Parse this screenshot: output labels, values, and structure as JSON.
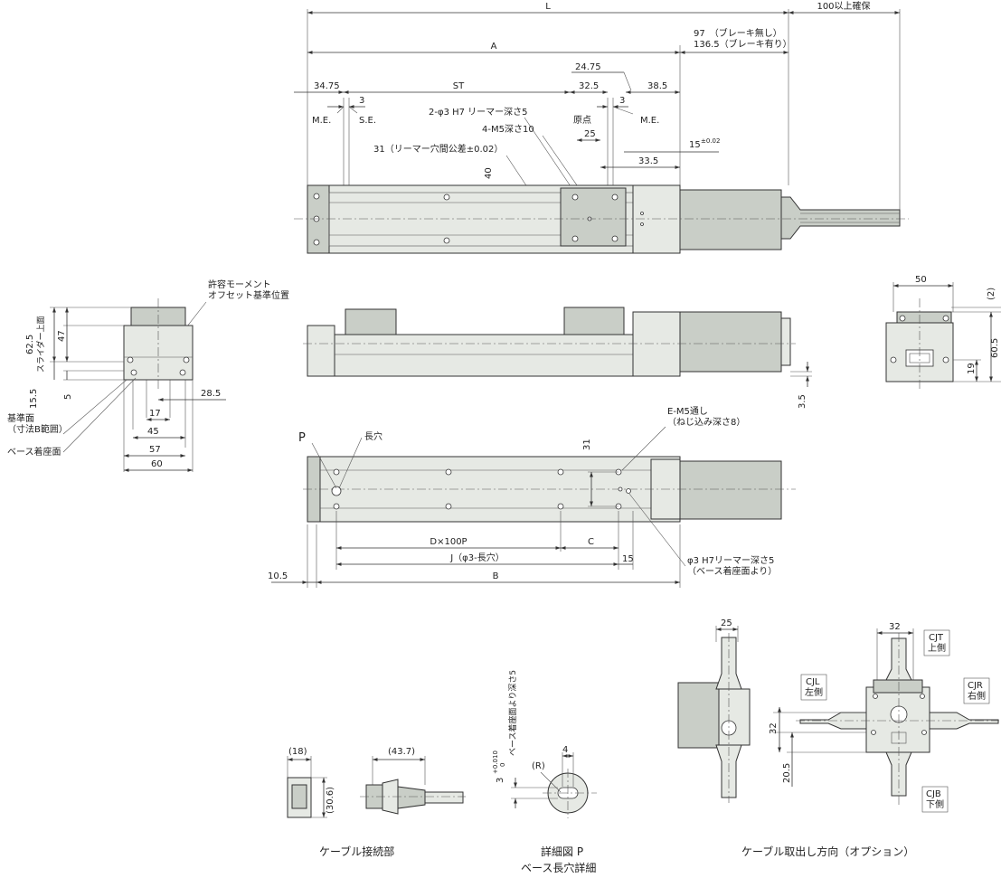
{
  "colors": {
    "line": "#333333",
    "body_fill": "#e6e9e4",
    "dark_fill": "#c9cec7",
    "paper": "#ffffff"
  },
  "top_view": {
    "L": "L",
    "A": "A",
    "ST": "ST",
    "clearance": "100以上確保",
    "motor_len_1": "97　（ブレーキ無し）",
    "motor_len_2": "136.5（ブレーキ有り）",
    "d_34_75": "34.75",
    "d_3a": "3",
    "d_24_75": "24.75",
    "d_32_5": "32.5",
    "d_3b": "3",
    "d_38_5": "38.5",
    "me_left": "M.E.",
    "se": "S.E.",
    "origin": "原点",
    "me_right": "M.E.",
    "reamer": "2-φ3 H7 リーマー深さ5",
    "m5": "4-M5深さ10",
    "d_25": "25",
    "d_15": "15",
    "tol_15": "±0.02",
    "pitch": "31（リーマー穴間公差±0.02）",
    "d_33_5": "33.5",
    "d_40": "40"
  },
  "end_view": {
    "moment_1": "許容モーメント",
    "moment_2": "オフセット基準位置",
    "d_62_5": "62.5",
    "slider_top": "スライダー上面",
    "d_47": "47",
    "d_15_5": "15.5",
    "d_5": "5",
    "d_28_5": "28.5",
    "d_17": "17",
    "d_45": "45",
    "d_57": "57",
    "d_60": "60",
    "ref_1": "基準面",
    "ref_2": "（寸法B範囲）",
    "base_mount": "ベース着座面"
  },
  "side_view": {
    "d_3_5": "3.5"
  },
  "right_view": {
    "d_50": "50",
    "d_2": "(2)",
    "d_60_5": "60.5",
    "d_19": "19"
  },
  "bottom_view": {
    "P": "P",
    "slot": "長穴",
    "e_m5_1": "E-M5通し",
    "e_m5_2": "（ねじ込み深さ8）",
    "d_31": "31",
    "dx100p": "D×100P",
    "C": "C",
    "J": "J（φ3-長穴）",
    "d_15": "15",
    "d_10_5": "10.5",
    "B": "B",
    "reamer_1": "φ3 H7リーマー深さ5",
    "reamer_2": "（ベース着座面より）"
  },
  "cable_conn": {
    "d_18": "(18)",
    "d_30_6": "(30.6)",
    "d_43_7": "(43.7)",
    "caption": "ケーブル接続部"
  },
  "detail_p": {
    "d_3": "3",
    "tol_upper": "+0.010",
    "tol_lower": "0",
    "depth": "ベース着座面より深さ5",
    "R": "(R)",
    "d_4": "4",
    "caption_1": "詳細図 P",
    "caption_2": "ベース長穴詳細"
  },
  "cable_dir": {
    "d_25": "25",
    "d_32a": "32",
    "d_32b": "32",
    "d_20_5": "20.5",
    "cjt_1": "CJT",
    "cjt_2": "上側",
    "cjl_1": "CJL",
    "cjl_2": "左側",
    "cjr_1": "CJR",
    "cjr_2": "右側",
    "cjb_1": "CJB",
    "cjb_2": "下側",
    "caption": "ケーブル取出し方向（オプション）"
  }
}
